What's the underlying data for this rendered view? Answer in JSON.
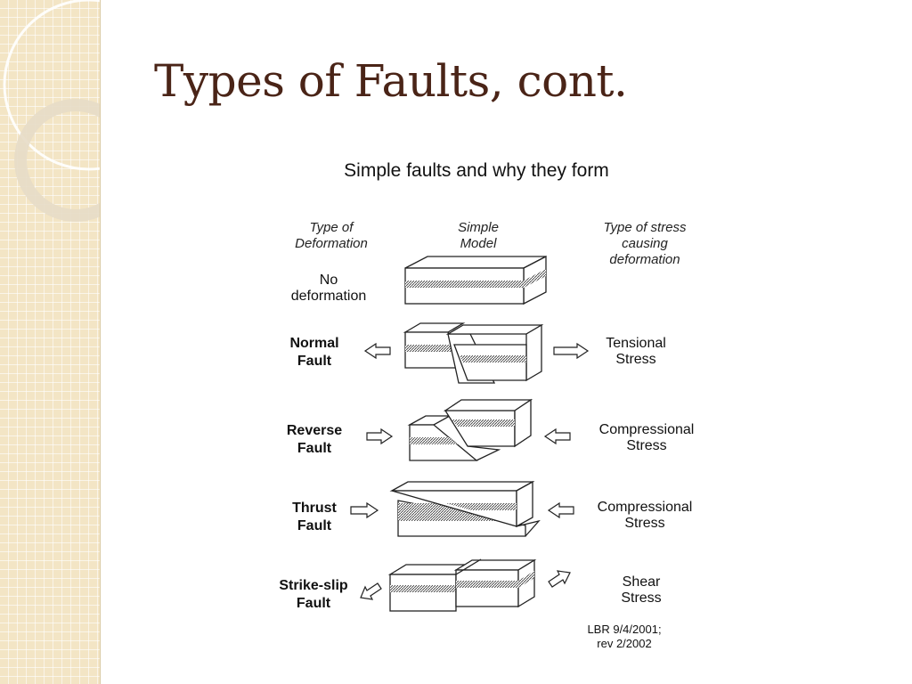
{
  "slide": {
    "title": "Types of Faults, cont."
  },
  "diagram": {
    "title": "Simple faults and why they form",
    "column_headers": {
      "deformation": [
        "Type of",
        "Deformation"
      ],
      "model": [
        "Simple",
        "Model"
      ],
      "stress": [
        "Type of stress",
        "causing",
        "deformation"
      ]
    },
    "rows": [
      {
        "deformation": [
          "No",
          "deformation"
        ],
        "stress": []
      },
      {
        "deformation": [
          "Normal",
          "Fault"
        ],
        "stress": [
          "Tensional",
          "Stress"
        ]
      },
      {
        "deformation": [
          "Reverse",
          "Fault"
        ],
        "stress": [
          "Compressional",
          "Stress"
        ]
      },
      {
        "deformation": [
          "Thrust",
          "Fault"
        ],
        "stress": [
          "Compressional",
          "Stress"
        ]
      },
      {
        "deformation": [
          "Strike-slip",
          "Fault"
        ],
        "stress": [
          "Shear",
          "Stress"
        ]
      }
    ],
    "credit": [
      "LBR 9/4/2001;",
      "rev  2/2002"
    ]
  },
  "colors": {
    "title": "#4a2417",
    "sidebar_bg": "#f3e5c5",
    "sidebar_grid": "#ffffff",
    "line": "#222222"
  }
}
